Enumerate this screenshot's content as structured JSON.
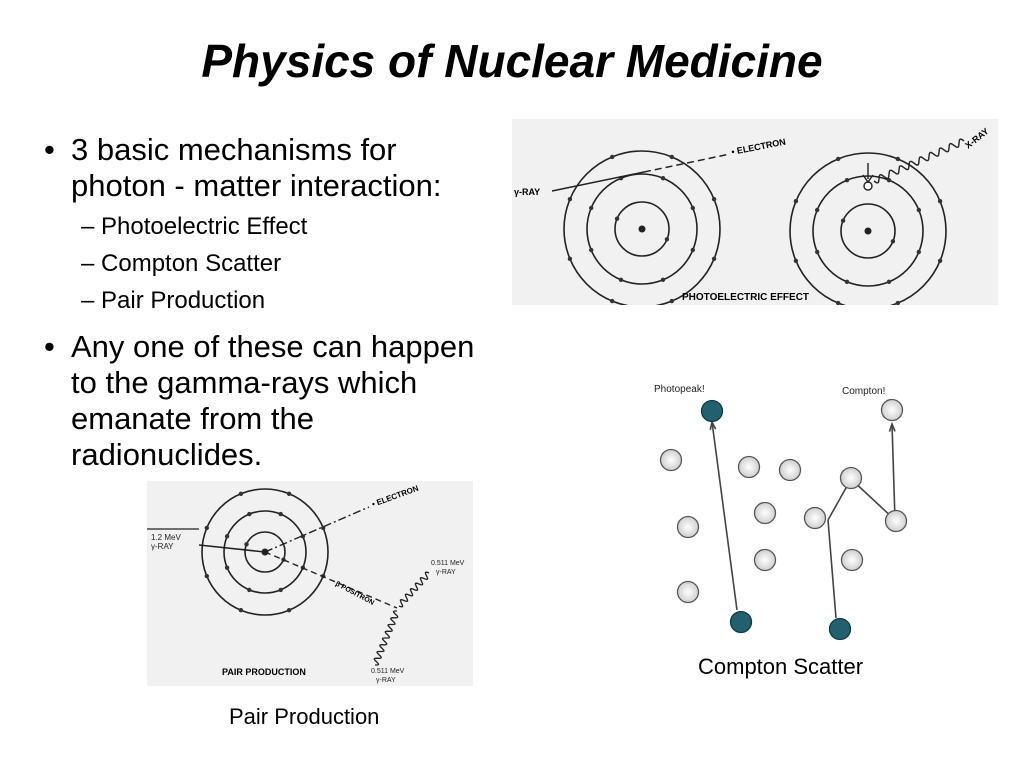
{
  "title": "Physics of Nuclear Medicine",
  "bullets": [
    {
      "text": "3 basic mechanisms for photon - matter interaction:",
      "sub": [
        "Photoelectric Effect",
        "Compton Scatter",
        "Pair Production"
      ]
    },
    {
      "text": "Any one of these can happen to the gamma-rays which emanate from the radionuclides."
    }
  ],
  "photoelectric_figure": {
    "gamma_label": "γ-RAY",
    "electron_label": "• ELECTRON",
    "xray_label": "X-RAY",
    "caption": "PHOTOELECTRIC EFFECT"
  },
  "pair_figure": {
    "energy_label_1": "1.2 MeV",
    "gamma_label": "γ-RAY",
    "electron_label": "• ELECTRON",
    "positron_label": "β POSITRON",
    "out_energy_1": "0.511 MeV",
    "out_gamma_1": "γ-RAY",
    "out_energy_2": "0.511 MeV",
    "out_gamma_2": "γ-RAY",
    "caption": "PAIR PRODUCTION"
  },
  "compton_figure": {
    "photopeak_label": "Photopeak!",
    "compton_label": "Compton!"
  },
  "captions": {
    "compton": "Compton Scatter",
    "pair": "Pair Production"
  },
  "colors": {
    "teal_atom": "#22606e",
    "grey_atom": "#d8d8d8"
  }
}
